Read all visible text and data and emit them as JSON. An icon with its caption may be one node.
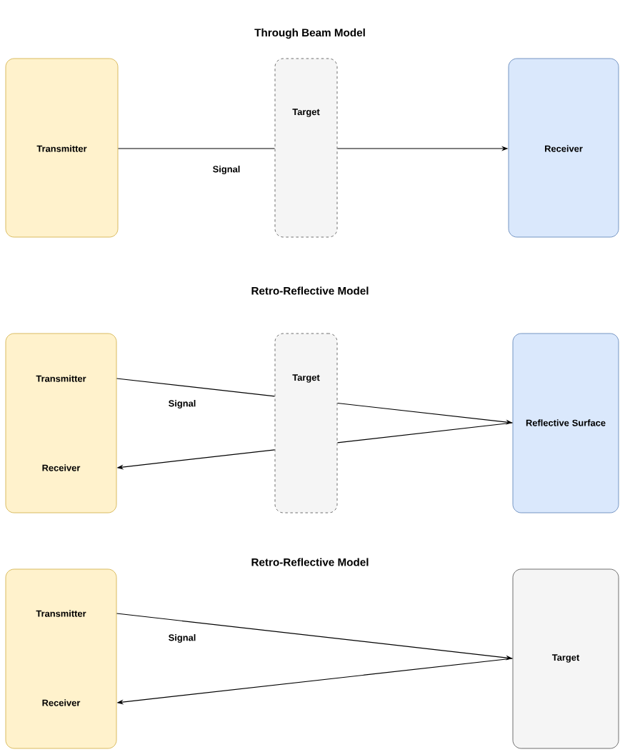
{
  "diagram": {
    "nodes": [
      {
        "text": [
          "Transmitter"
        ]
      },
      {
        "text": [
          "Target"
        ]
      },
      {
        "text": [
          "Receiver"
        ]
      },
      {
        "text": [
          "Transmitter",
          "Receiver"
        ]
      },
      {
        "text": [
          "Target"
        ]
      },
      {
        "text": [
          "Reflective Surface"
        ]
      },
      {
        "text": [
          "Transmitter",
          "Receiver"
        ]
      },
      {
        "text": [
          "Target"
        ]
      }
    ],
    "edges": [
      {
        "from": 0,
        "to": 1,
        "arrow": "none",
        "label": "Signal"
      },
      {
        "from": 1,
        "to": 2,
        "arrow": "to"
      },
      {
        "from": 3,
        "to": 4,
        "arrow": "none",
        "label": "Signal"
      },
      {
        "from": 4,
        "to": 5,
        "arrow": "to"
      },
      {
        "from": 5,
        "to": 4,
        "arrow": "none"
      },
      {
        "from": 4,
        "to": 3,
        "arrow": "to"
      },
      {
        "from": 6,
        "to": 7,
        "arrow": "to",
        "label": "Signal"
      },
      {
        "from": 7,
        "to": 6,
        "arrow": "to"
      }
    ],
    "labels": [
      "Through Beam Model",
      "Retro-Reflective Model",
      "Retro-Reflective Model"
    ]
  }
}
